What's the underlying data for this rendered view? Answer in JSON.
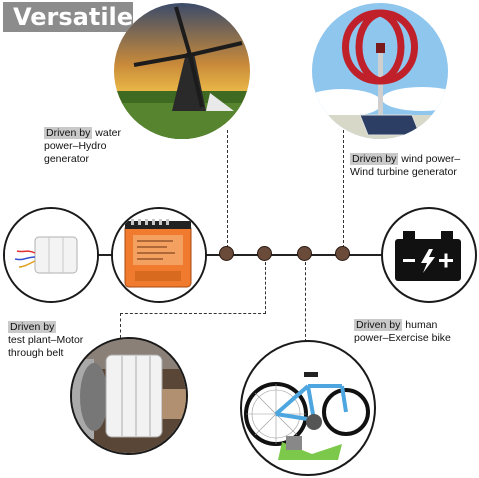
{
  "title": "Versatile",
  "sources": {
    "hydro": {
      "driven_by": "Driven by",
      "text": " water power–Hydro generator"
    },
    "wind": {
      "driven_by": "Driven by",
      "text": " wind power–Wind turbine generator"
    },
    "motor": {
      "driven_by": "Driven by",
      "text": "test plant–Motor through belt"
    },
    "bike": {
      "driven_by": "Driven by",
      "text": " human power–Exercise bike"
    }
  },
  "icons": {
    "windmill": "windmill-icon",
    "wind_turbine": "wind-turbine-icon",
    "generator": "generator-icon",
    "controller": "charge-controller-icon",
    "battery": "battery-icon",
    "motor": "motor-icon",
    "bike": "exercise-bike-icon"
  },
  "colors": {
    "node": "#6a4b3a",
    "controller": "#f07b2e",
    "turbine": "#c0202a"
  }
}
